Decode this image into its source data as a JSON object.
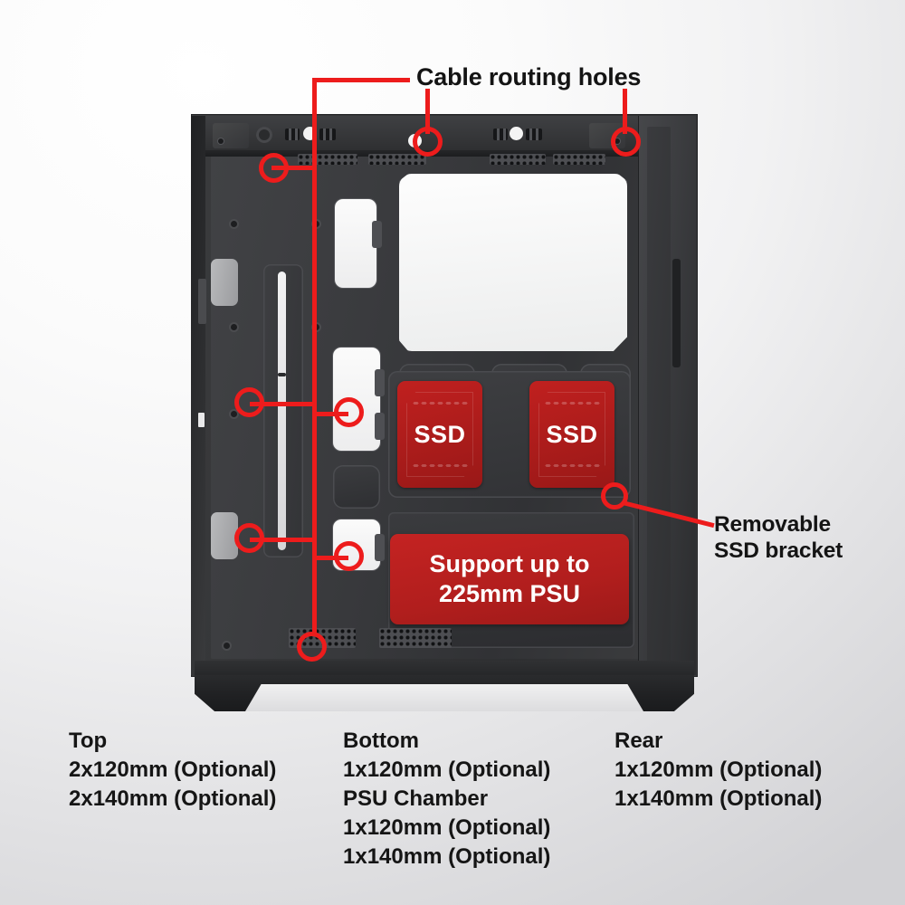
{
  "diagram": {
    "subject": "pc-case-interior-cutaway",
    "colors": {
      "annotation_red": "#ed1c1c",
      "ssd_tray_red": "#b11e1d",
      "psu_banner_red": "#b11e1d",
      "chassis_dark": "#35363a",
      "text_dark": "#141414",
      "cutout_white": "#f4f4f5"
    }
  },
  "callouts": [
    {
      "id": "cable-routing-holes",
      "label": "Cable routing holes",
      "marker_count": 8
    },
    {
      "id": "removable-ssd-bracket",
      "label": "Removable\nSSD bracket",
      "marker_count": 1
    }
  ],
  "overlays": {
    "ssd_tray_label": "SSD",
    "psu_banner_text": "Support up to\n225mm PSU"
  },
  "fan_support": [
    {
      "id": "top",
      "heading": "Top",
      "lines": [
        "2x120mm (Optional)",
        "2x140mm (Optional)"
      ]
    },
    {
      "id": "bottom",
      "heading": "Bottom",
      "lines": [
        "1x120mm (Optional)",
        "PSU Chamber",
        "1x120mm (Optional)",
        "1x140mm (Optional)"
      ]
    },
    {
      "id": "rear",
      "heading": "Rear",
      "lines": [
        "1x120mm (Optional)",
        "1x140mm (Optional)"
      ]
    }
  ]
}
